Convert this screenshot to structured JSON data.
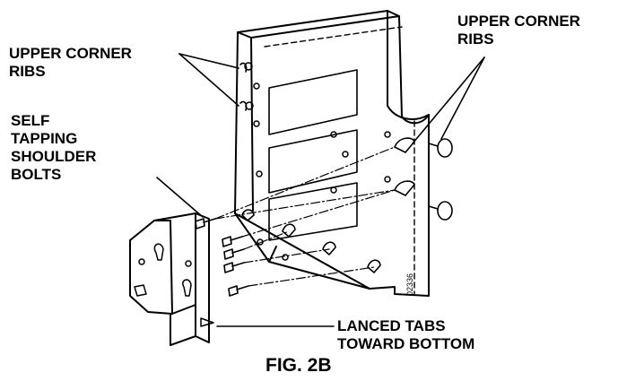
{
  "labels": {
    "upper_left_line1": "UPPER CORNER",
    "upper_left_line2": "RIBS",
    "upper_right_line1": "UPPER CORNER",
    "upper_right_line2": "RIBS",
    "bolts_line1": "SELF",
    "bolts_line2": "TAPPING",
    "bolts_line3": "SHOULDER",
    "bolts_line4": "BOLTS",
    "tabs_line1": "LANCED TABS",
    "tabs_line2": "TOWARD BOTTOM"
  },
  "figure_title": "FIG. 2B",
  "part_number": "02336"
}
